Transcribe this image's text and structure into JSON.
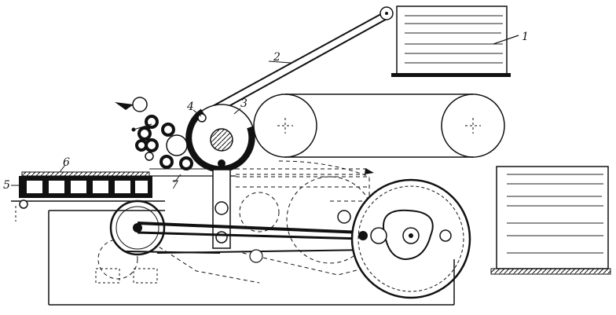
{
  "labels": {
    "n1": "1",
    "n2": "2",
    "n3": "3",
    "n4": "4",
    "n5": "5",
    "n6": "6",
    "n7": "7"
  },
  "colors": {
    "ink": "#111111",
    "paper": "#ffffff"
  }
}
